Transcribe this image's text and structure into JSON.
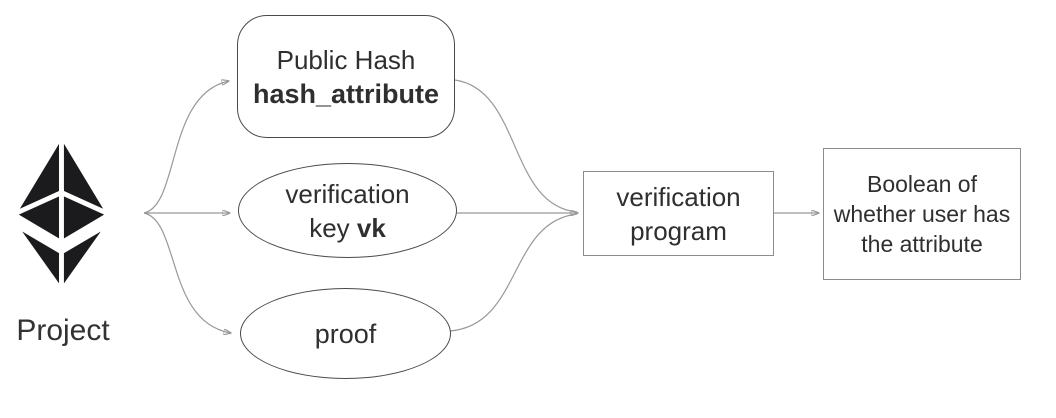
{
  "diagram": {
    "title_semantics": "zk proof verification flow",
    "project": {
      "label": "Project",
      "icon": "ethereum-diamond-logo"
    },
    "nodes": {
      "public_hash": {
        "shape": "rounded-rectangle",
        "line1": "Public Hash",
        "line2": "hash_attribute"
      },
      "verification_key": {
        "shape": "ellipse",
        "line1": "verification",
        "line2_prefix": "key",
        "line2_bold": "vk"
      },
      "proof": {
        "shape": "ellipse",
        "label": "proof"
      },
      "verification_program": {
        "shape": "rectangle",
        "line1": "verification",
        "line2": "program"
      },
      "boolean_output": {
        "shape": "rectangle",
        "line1": "Boolean of",
        "line2": "whether user has",
        "line3": "the attribute"
      }
    },
    "connections": [
      {
        "from": "project",
        "to": "public_hash",
        "arrow": true
      },
      {
        "from": "project",
        "to": "verification_key",
        "arrow": true
      },
      {
        "from": "project",
        "to": "proof",
        "arrow": true
      },
      {
        "from": "public_hash",
        "to": "verification_program",
        "arrow": false
      },
      {
        "from": "verification_key",
        "to": "verification_program",
        "arrow": true
      },
      {
        "from": "proof",
        "to": "verification_program",
        "arrow": false
      },
      {
        "from": "verification_program",
        "to": "boolean_output",
        "arrow": true
      }
    ],
    "colors": {
      "background": "#ffffff",
      "logo": "#1b1b1d",
      "text": "#2f2f2f",
      "border_dark": "#4a4a4a",
      "border_gray": "#8c8c8c",
      "connector": "#999999",
      "arrowhead": "#4a4a4a"
    }
  }
}
